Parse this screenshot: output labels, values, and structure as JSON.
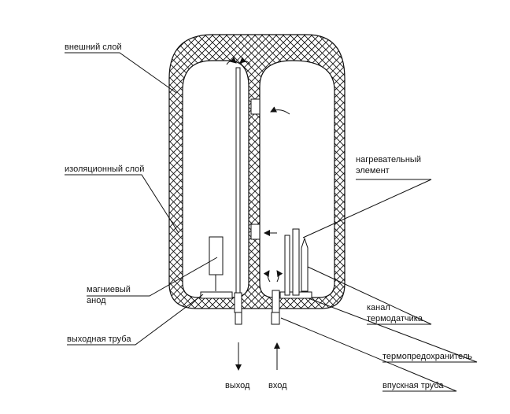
{
  "labels": {
    "outer_layer": "внешний слой",
    "insulation_layer": "изоляционный слой",
    "magnesium_anode_1": "магниевый",
    "magnesium_anode_2": "анод",
    "outlet_pipe": "выходная труба",
    "heating_element_1": "нагревательный",
    "heating_element_2": "элемент",
    "sensor_channel_1": "канал",
    "sensor_channel_2": "термодатчика",
    "thermal_fuse": "термопредохранитель",
    "inlet_pipe": "впускная труба",
    "exit": "выход",
    "entry": "вход"
  }
}
